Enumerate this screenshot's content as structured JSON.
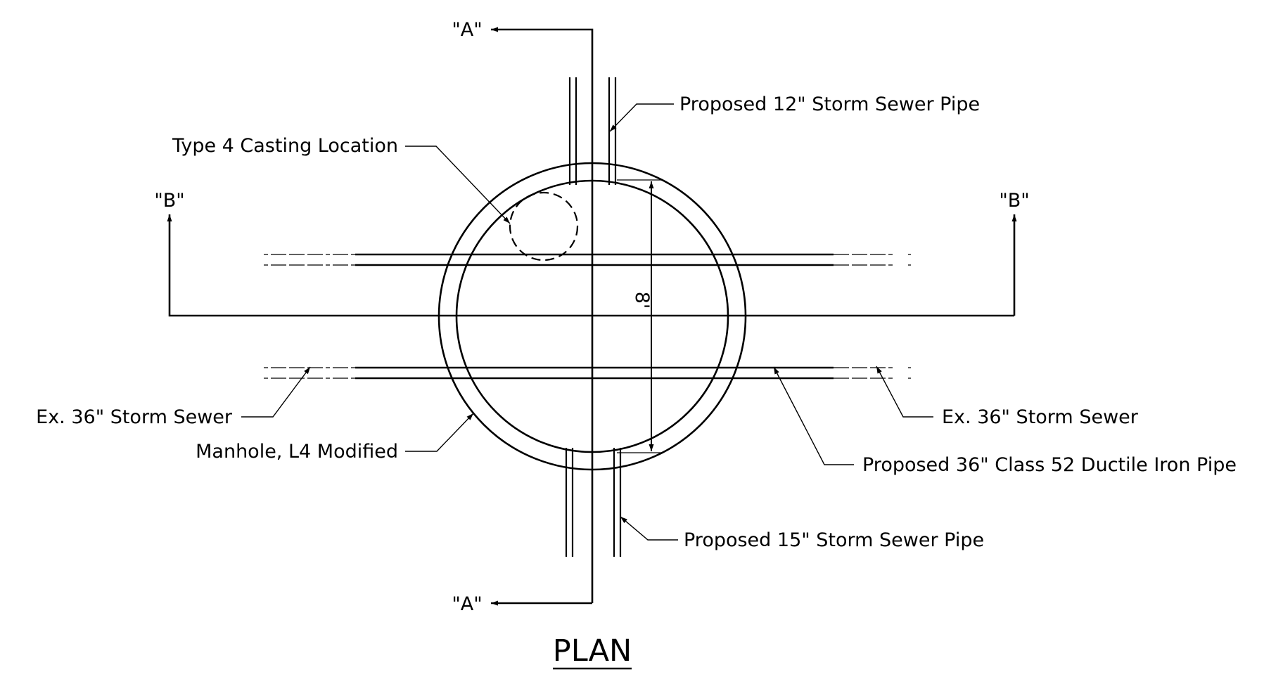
{
  "drawing": {
    "title": "PLAN",
    "dimension": "8'",
    "section_a_label": "\"A\"",
    "section_b_label": "\"B\"",
    "labels": {
      "proposed_12": "Proposed 12\" Storm Sewer Pipe",
      "casting": "Type 4 Casting Location",
      "ex_36_left": "Ex. 36\" Storm Sewer",
      "manhole": "Manhole, L4 Modified",
      "ex_36_right": "Ex. 36\" Storm Sewer",
      "proposed_36_di": "Proposed 36\" Class 52 Ductile Iron Pipe",
      "proposed_15": "Proposed 15\" Storm Sewer Pipe"
    },
    "colors": {
      "ink": "#000000",
      "hidden_line": "#666666",
      "paper": "#ffffff"
    }
  }
}
